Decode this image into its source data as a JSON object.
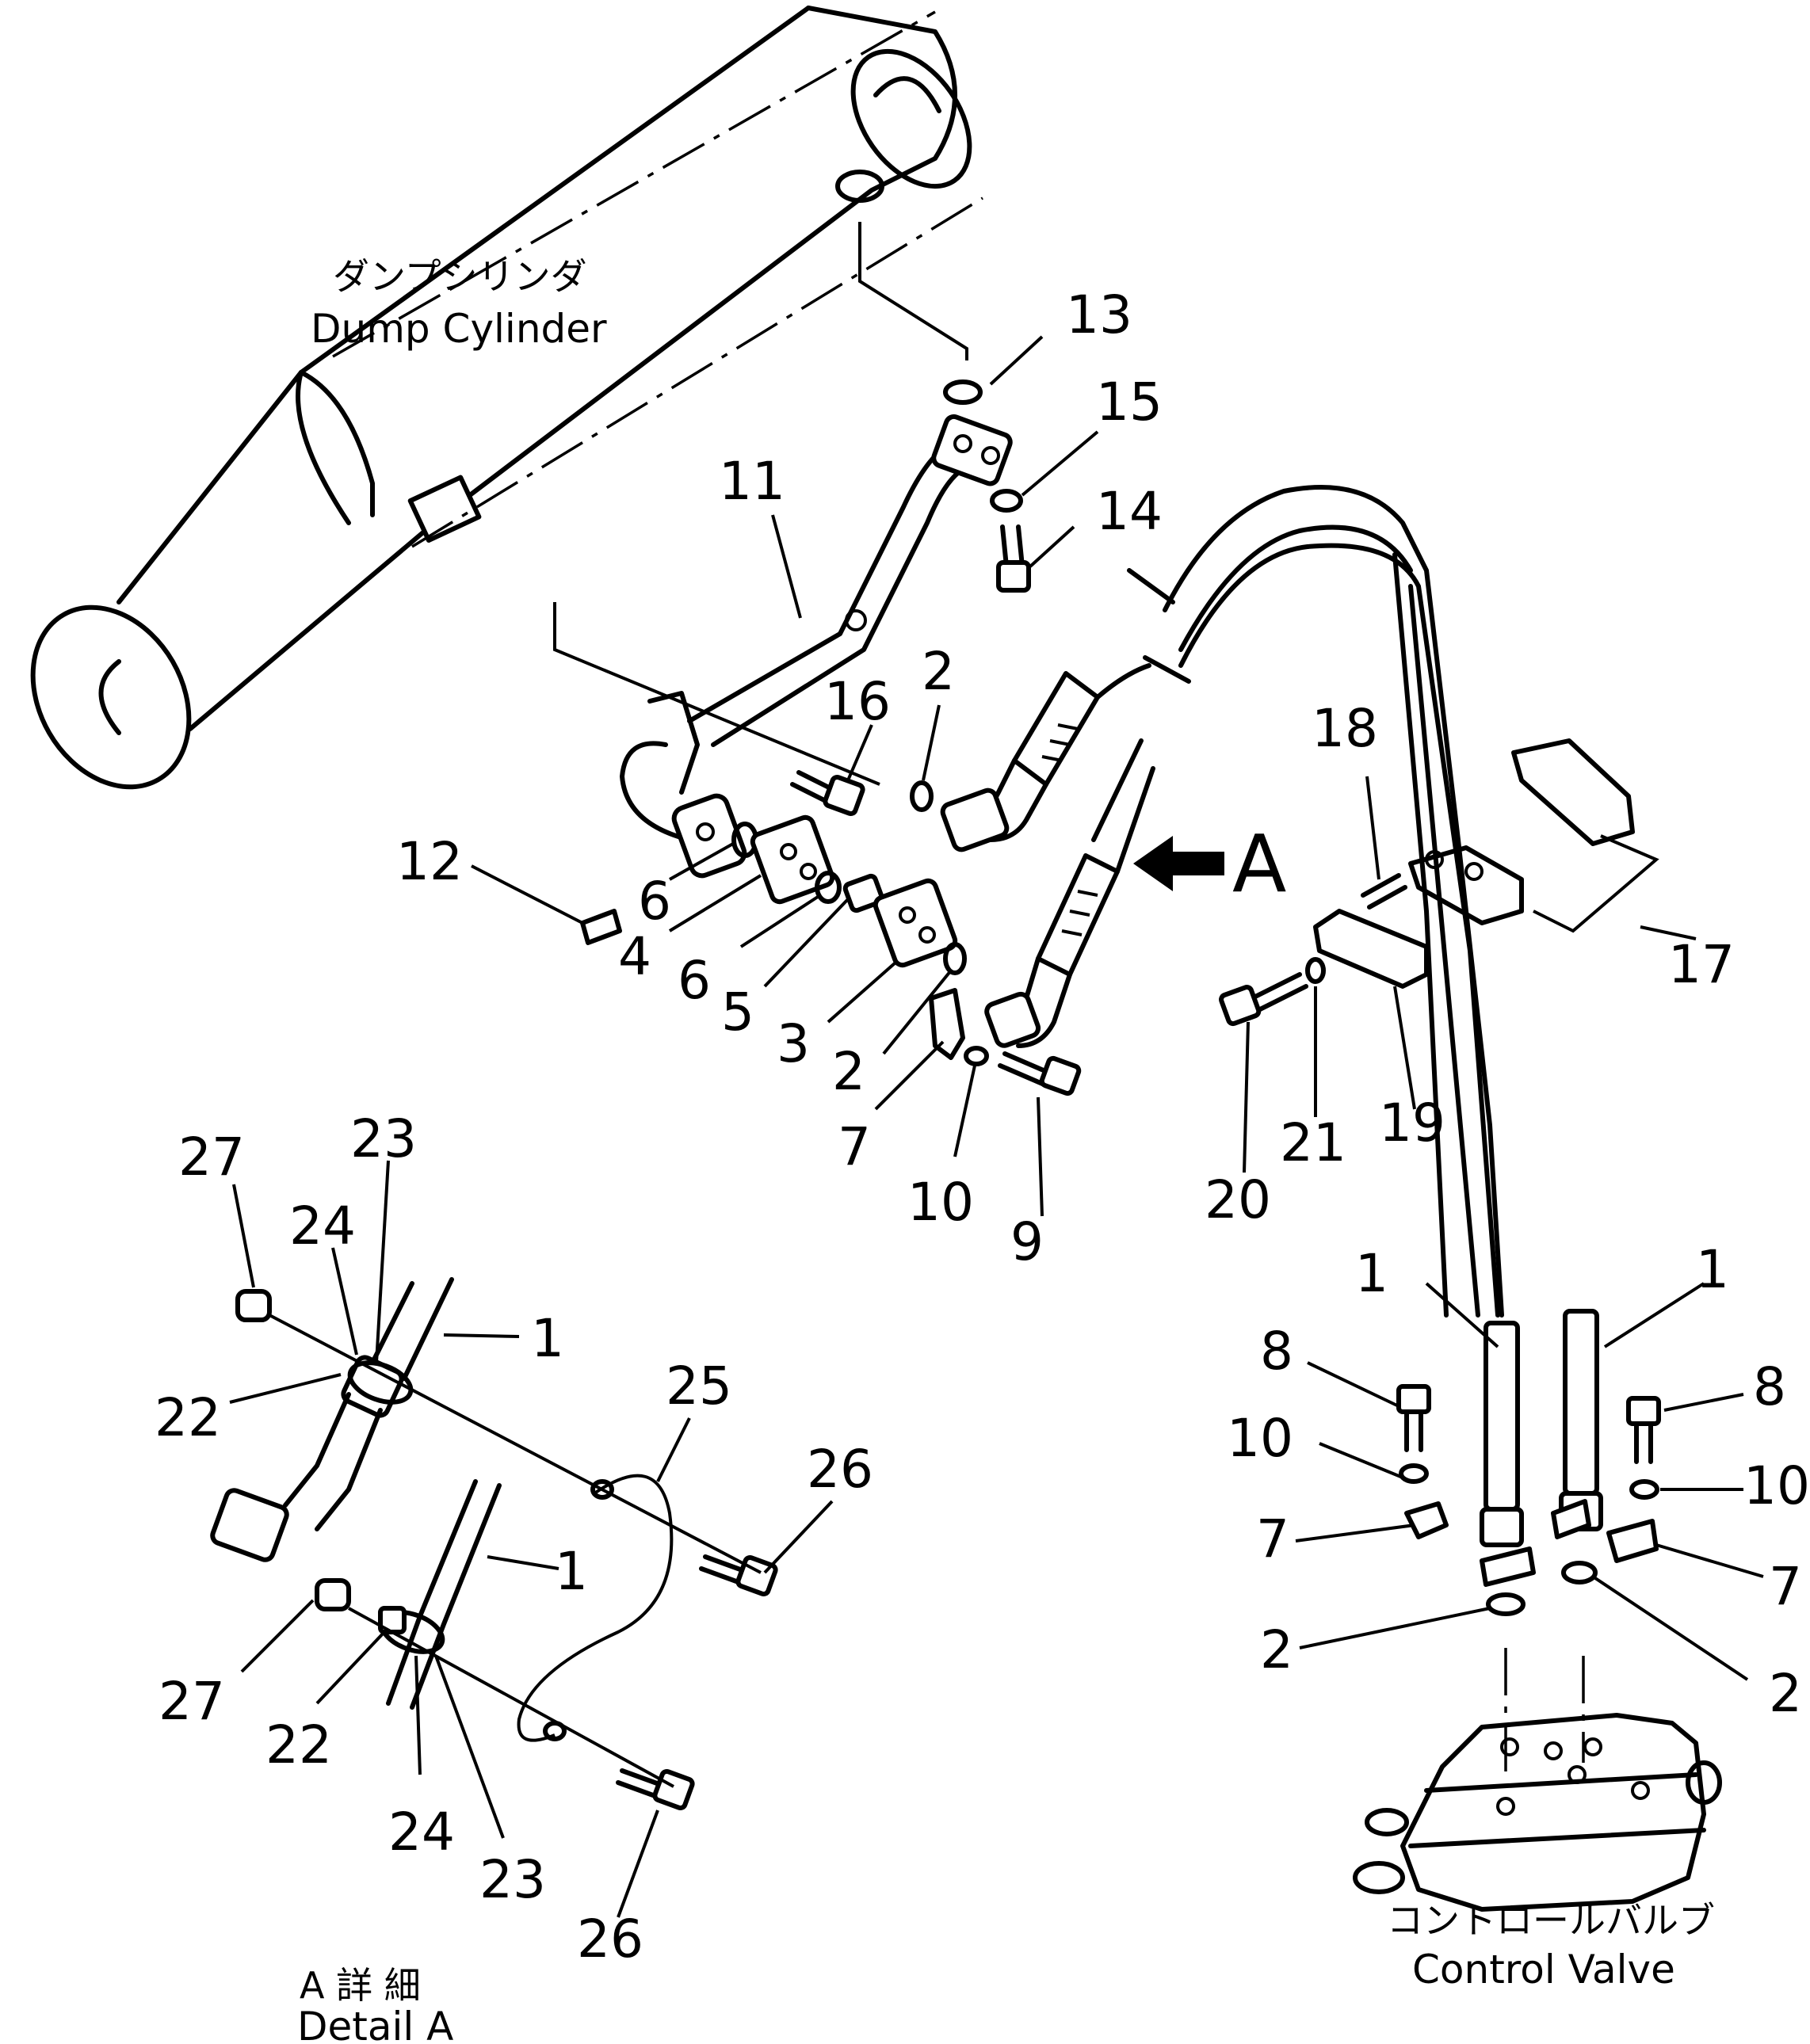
{
  "labels": {
    "dump_cylinder_jp": "ダンプシリンダ",
    "dump_cylinder_en": "Dump Cylinder",
    "control_valve_jp": "コントロールバルブ",
    "control_valve_en": "Control Valve",
    "detail_a_jp": "A 詳 細",
    "detail_a_en": "Detail A",
    "view_arrow": "A"
  },
  "callouts": {
    "c13": "13",
    "c15": "15",
    "c14": "14",
    "c11": "11",
    "c16": "16",
    "c2a": "2",
    "c12": "12",
    "c6a": "6",
    "c4": "4",
    "c6b": "6",
    "c5": "5",
    "c3": "3",
    "c2b": "2",
    "c7a": "7",
    "c10a": "10",
    "c9": "9",
    "c18": "18",
    "c17": "17",
    "c19": "19",
    "c21": "21",
    "c20": "20",
    "c27a": "27",
    "c23a": "23",
    "c24a": "24",
    "c1a": "1",
    "c22a": "22",
    "c25": "25",
    "c26a": "26",
    "c1b": "1",
    "c27b": "27",
    "c22b": "22",
    "c24b": "24",
    "c23b": "23",
    "c26b": "26",
    "c1c": "1",
    "c1d": "1",
    "c8a": "8",
    "c8b": "8",
    "c10b": "10",
    "c10c": "10",
    "c7b": "7",
    "c7c": "7",
    "c2c": "2",
    "c2d": "2"
  }
}
